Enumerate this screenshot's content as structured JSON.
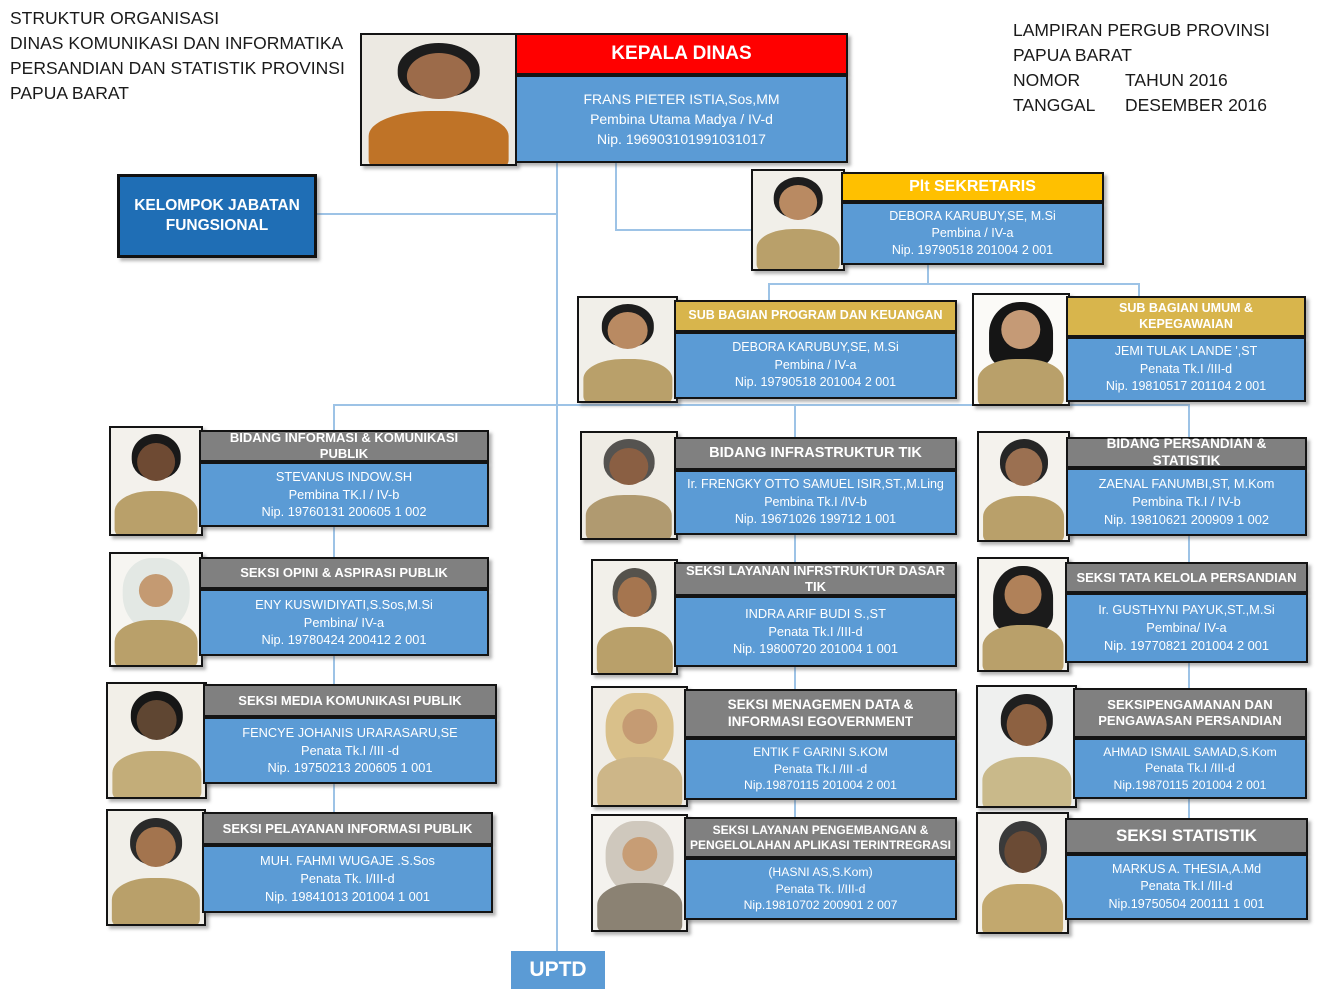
{
  "page_title": {
    "lines": [
      "STRUKTUR ORGANISASI",
      "DINAS KOMUNIKASI DAN INFORMATIKA",
      "PERSANDIAN DAN  STATISTIK PROVINSI",
      "PAPUA BARAT"
    ]
  },
  "lampiran": {
    "heading": "LAMPIRAN PERGUB PROVINSI PAPUA BARAT",
    "nomor_label": "NOMOR",
    "nomor_value": "TAHUN 2016",
    "tanggal_label": "TANGGAL",
    "tanggal_value": "DESEMBER 2016"
  },
  "boxes": {
    "kelompok_jabatan": "KELOMPOK JABATAN FUNGSIONAL",
    "uptd": "UPTD"
  },
  "colors": {
    "red": "#ff0000",
    "gold": "#ffc000",
    "tan": "#d8b54c",
    "gray": "#808080",
    "blue": "#5b9bd5",
    "dark_blue": "#1f6eb5",
    "line": "#9dc3e6"
  },
  "cards": [
    {
      "title_lines": [
        "KEPALA DINAS"
      ],
      "name": "FRANS PIETER ISTIA,Sos,MM",
      "rank": "Pembina Utama Madya / IV-d",
      "nip": "Nip. 196903101991031017",
      "photo": {
        "bg": "#ece9e2",
        "skin": "#9c6b4a",
        "hair": "#1c1c1c",
        "shirt": "#bf7327"
      }
    },
    {
      "title_lines": [
        "Plt SEKRETARIS"
      ],
      "name": "DEBORA KARUBUY,SE, M.Si",
      "rank": "Pembina / IV-a",
      "nip": "Nip. 19790518 201004 2 001",
      "photo": {
        "bg": "#f1efe9",
        "skin": "#b98a62",
        "hair": "#1d1d1d",
        "shirt": "#b9a06a"
      }
    },
    {
      "title_lines": [
        "SUB  BAGIAN PROGRAM DAN KEUANGAN"
      ],
      "name": "DEBORA KARUBUY,SE, M.Si",
      "rank": "Pembina / IV-a",
      "nip": "Nip. 19790518 201004 2 001",
      "photo": {
        "bg": "#f1efe9",
        "skin": "#b98a62",
        "hair": "#1d1d1d",
        "shirt": "#b9a06a"
      }
    },
    {
      "title_lines": [
        "SUB  BAGIAN UMUM &",
        "KEPEGAWAIAN"
      ],
      "name": "JEMI TULAK LANDE ',ST",
      "rank": "Penata Tk.I /III-d",
      "nip": "Nip. 19810517 201104 2 001",
      "photo": {
        "bg": "#fbfaf7",
        "skin": "#c59a76",
        "hair": "#151515",
        "shirt": "#b9a06a"
      }
    },
    {
      "title_lines": [
        "BIDANG INFORMASI & KOMUNIKASI PUBLIK"
      ],
      "name": "STEVANUS INDOW.SH",
      "rank": "Pembina TK.I / IV-b",
      "nip": "Nip. 19760131 200605 1 002",
      "photo": {
        "bg": "#f3f1ec",
        "skin": "#6e4a33",
        "hair": "#191919",
        "shirt": "#b9a06a"
      }
    },
    {
      "title_lines": [
        "BIDANG INFRASTRUKTUR TIK"
      ],
      "name": "Ir. FRENGKY OTTO SAMUEL ISIR,ST.,M.Ling",
      "rank": "Pembina Tk.I /IV-b",
      "nip": "Nip. 19671026 199712 1 001",
      "photo": {
        "bg": "#efece5",
        "skin": "#8a5f43",
        "hair": "#555350",
        "shirt": "#b09a70"
      }
    },
    {
      "title_lines": [
        "BIDANG PERSANDIAN & STATISTIK"
      ],
      "name": "ZAENAL FANUMBI,ST, M.Kom",
      "rank": "Pembina Tk.I / IV-b",
      "nip": "Nip. 19810621 200909 1  002",
      "photo": {
        "bg": "#f4f2ed",
        "skin": "#9b7051",
        "hair": "#262626",
        "shirt": "#b9a06a"
      }
    },
    {
      "title_lines": [
        "SEKSI OPINI & ASPIRASI PUBLIK"
      ],
      "name": "ENY KUSWIDIYATI,S.Sos,M.Si",
      "rank": "Pembina/ IV-a",
      "nip": "Nip. 19780424 200412 2 001",
      "photo": {
        "bg": "#f6f5f1",
        "skin": "#c49a72",
        "hair": "#e3e8e4",
        "shirt": "#b9a06a"
      }
    },
    {
      "title_lines": [
        "SEKSI LAYANAN INFRSTRUKTUR DASAR TIK"
      ],
      "name": "INDRA ARIF BUDI S.,ST",
      "rank": "Penata Tk.I /III-d",
      "nip": "Nip. 19800720 201004 1 001",
      "photo": {
        "bg": "#f2f0ea",
        "skin": "#a5754f",
        "hair": "#55524c",
        "shirt": "#b9a06a"
      }
    },
    {
      "title_lines": [
        "SEKSI TATA KELOLA PERSANDIAN"
      ],
      "name": "Ir. GUSTHYNI PAYUK,ST.,M.Si",
      "rank": "Pembina/ IV-a",
      "nip": "Nip. 19770821 201004 2 001",
      "photo": {
        "bg": "#f5f3ee",
        "skin": "#b08159",
        "hair": "#1b1b1b",
        "shirt": "#b9a06a"
      }
    },
    {
      "title_lines": [
        "SEKSI MEDIA KOMUNIKASI PUBLIK"
      ],
      "name": "FENCYE JOHANIS URARASARU,SE",
      "rank": "Penata Tk.I /III -d",
      "nip": "Nip. 19750213 200605 1 001",
      "photo": {
        "bg": "#f2efe8",
        "skin": "#5f4632",
        "hair": "#161616",
        "shirt": "#c3ad79"
      }
    },
    {
      "title_lines": [
        "SEKSI MENAGEMEN DATA &",
        "INFORMASI EGOVERNMENT"
      ],
      "name": "ENTIK F GARINI S.KOM",
      "rank": "Penata Tk.I /III -d",
      "nip": "Nip.19870115 201004 2 001",
      "photo": {
        "bg": "#f0ede7",
        "skin": "#c59b73",
        "hair": "#d9c08a",
        "shirt": "#cdb688"
      }
    },
    {
      "title_lines": [
        "SEKSIPENGAMANAN DAN",
        "PENGAWASAN PERSANDIAN"
      ],
      "name": "AHMAD ISMAIL SAMAD,S.Kom",
      "rank": "Penata Tk.I /III-d",
      "nip": "Nip.19870115 201004 2 001",
      "photo": {
        "bg": "#eff0ef",
        "skin": "#8d6141",
        "hair": "#1f1f1f",
        "shirt": "#c9b98a"
      }
    },
    {
      "title_lines": [
        "SEKSI PELAYANAN INFORMASI PUBLIK"
      ],
      "name": "MUH. FAHMI WUGAJE .S.Sos",
      "rank": "Penata Tk. I/III-d",
      "nip": "Nip. 19841013 201004 1 001",
      "photo": {
        "bg": "#f1efe9",
        "skin": "#a3744e",
        "hair": "#2a2a2a",
        "shirt": "#b9a06a"
      }
    },
    {
      "title_lines": [
        "SEKSI LAYANAN PENGEMBANGAN &",
        "PENGELOLAHAN APLIKASI TERINTREGRASI"
      ],
      "name": "(HASNI AS,S.Kom)",
      "rank": "Penata Tk. I/III-d",
      "nip": "Nip.19810702 200901 2 007",
      "photo": {
        "bg": "#f4f2ee",
        "skin": "#c79d75",
        "hair": "#cfc8bd",
        "shirt": "#8b8273"
      }
    },
    {
      "title_lines": [
        "SEKSI STATISTIK"
      ],
      "name": "MARKUS A. THESIA,A.Md",
      "rank": "Penata Tk.I /III-d",
      "nip": "Nip.19750504 200111 1 001",
      "photo": {
        "bg": "#f3f1ec",
        "skin": "#6b4b35",
        "hair": "#3a3a3a",
        "shirt": "#c2a86e"
      }
    }
  ]
}
